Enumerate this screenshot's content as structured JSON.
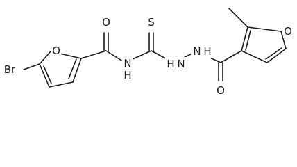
{
  "molecule": {
    "atoms": [
      {
        "id": "Br",
        "label": "Br"
      },
      {
        "id": "O_furan1",
        "label": "O"
      },
      {
        "id": "O_amide1",
        "label": "O"
      },
      {
        "id": "NH_1",
        "label": "N"
      },
      {
        "id": "H_1",
        "label": "H"
      },
      {
        "id": "S",
        "label": "S"
      },
      {
        "id": "NH_2a",
        "label": "N"
      },
      {
        "id": "H_2a",
        "label": "H"
      },
      {
        "id": "NH_2b",
        "label": "N"
      },
      {
        "id": "H_2b",
        "label": "H"
      },
      {
        "id": "O_amide2",
        "label": "O"
      },
      {
        "id": "O_furan2",
        "label": "O"
      }
    ]
  }
}
